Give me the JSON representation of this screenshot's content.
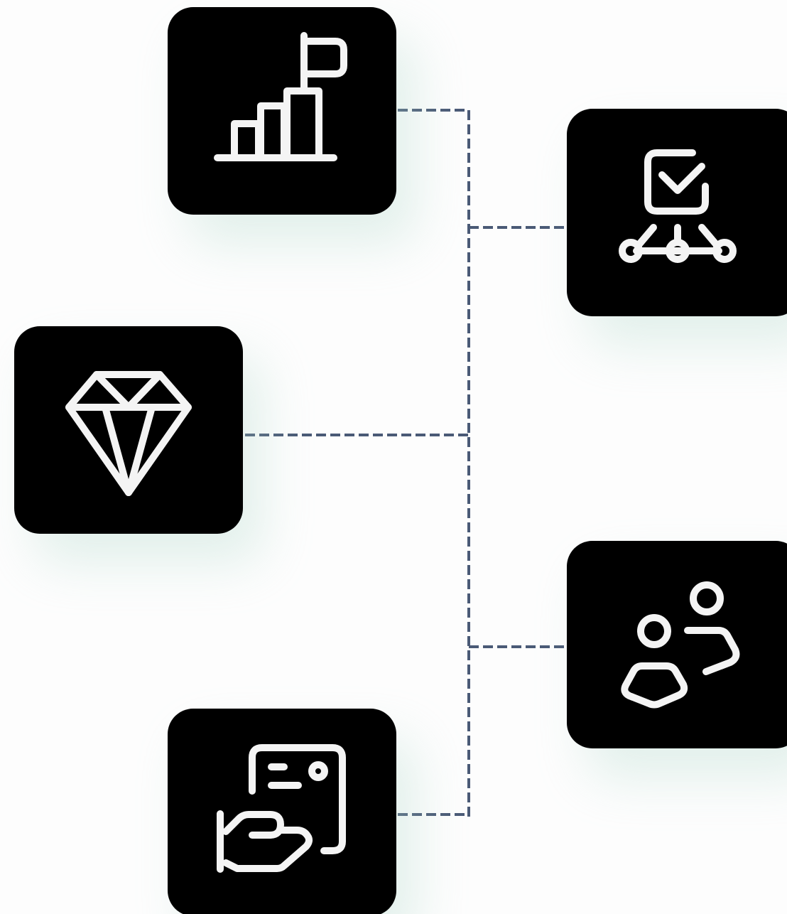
{
  "diagram": {
    "colors": {
      "background": "#fdfdfd",
      "tile": "#000000",
      "icon": "#f4f4f4",
      "connector": "#4a5a76",
      "shadow": "#aad6c6"
    },
    "nodes": [
      {
        "id": "growth",
        "icon": "bar-chart-flag-icon"
      },
      {
        "id": "approval-workflow",
        "icon": "checkbox-network-icon"
      },
      {
        "id": "value",
        "icon": "diamond-icon"
      },
      {
        "id": "team",
        "icon": "two-users-icon"
      },
      {
        "id": "offer",
        "icon": "hand-card-icon"
      }
    ],
    "connector_style": "dashed"
  }
}
